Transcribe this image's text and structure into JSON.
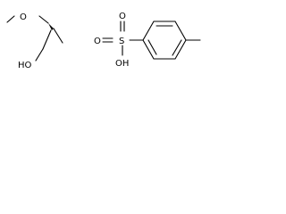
{
  "molecule_left": {
    "atoms": {
      "ether_oxygen": "O",
      "hydroxyl": "HO"
    }
  },
  "molecule_right": {
    "atoms": {
      "sulfur": "S",
      "oxo_top": "O",
      "oxo_bottom": "O",
      "hydroxyl": "OH"
    }
  }
}
